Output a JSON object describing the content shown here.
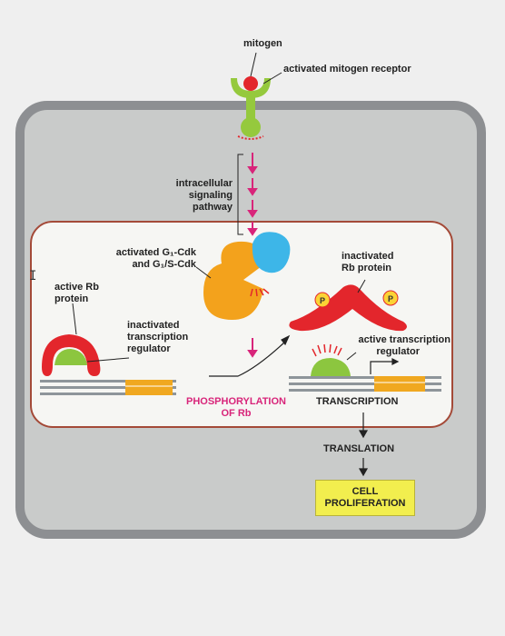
{
  "labels": {
    "mitogen": "mitogen",
    "receptor": "activated mitogen receptor",
    "pathway": [
      "intracellular",
      "signaling",
      "pathway"
    ],
    "cdk": [
      "activated G₁-Cdk",
      "and G₁/S-Cdk"
    ],
    "inactivated_rb": [
      "inactivated",
      "Rb protein"
    ],
    "active_rb": [
      "active Rb",
      "protein"
    ],
    "inactivated_regulator": [
      "inactivated",
      "transcription",
      "regulator"
    ],
    "active_regulator": [
      "active transcription",
      "regulator"
    ],
    "phosphorylation": [
      "PHOSPHORYLATION",
      "OF Rb"
    ],
    "transcription": "TRANSCRIPTION",
    "translation": "TRANSLATION",
    "cell_proliferation": [
      "CELL",
      "PROLIFERATION"
    ],
    "phosphate": "P"
  },
  "colors": {
    "page_background": "#efefef",
    "cell_fill": "#c9cbca",
    "cell_border": "#8d8f92",
    "nucleus_fill": "#f6f6f3",
    "nucleus_border": "#a44a38",
    "receptor": "#95c93d",
    "mitogen": "#e3262c",
    "cdk_orange": "#f3a21c",
    "cdk_blue": "#3db6e8",
    "rb_red": "#e3262c",
    "regulator_green": "#8cc63f",
    "phosphate_yellow": "#fbd335",
    "dna_gray": "#8e959a",
    "gene_orange": "#f0a820",
    "arrow_pink": "#d8257a",
    "cell_proliferation_box": "#f2ee4e"
  },
  "icons": [
    "mitogen-icon",
    "receptor-icon",
    "cdk-complex-icon",
    "rb-protein-icon",
    "phosphate-icon",
    "transcription-regulator-icon",
    "dna-icon",
    "transcription-start-arrow-icon"
  ]
}
